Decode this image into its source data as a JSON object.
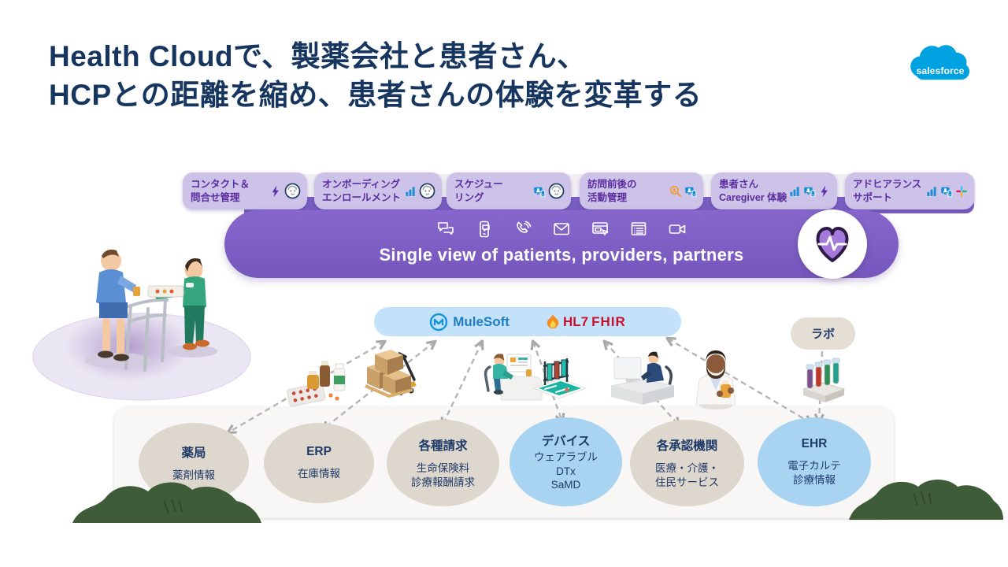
{
  "title": {
    "line1": "Health Cloudで、製薬会社と患者さん、",
    "line2": "HCPとの距離を縮め、患者さんの体験を変革する"
  },
  "brand": {
    "logo_label": "salesforce"
  },
  "capability_chips": [
    {
      "label_line1": "コンタクト＆",
      "label_line2": "問合せ管理",
      "icons": [
        "lightning-icon",
        "einstein-icon"
      ]
    },
    {
      "label_line1": "オンボーディング",
      "label_line2": "エンロールメント",
      "icons": [
        "bar-chart-icon",
        "einstein-icon"
      ]
    },
    {
      "label_line1": "スケジュー",
      "label_line2": "リング",
      "icons": [
        "devices-icon",
        "einstein-icon"
      ]
    },
    {
      "label_line1": "訪問前後の",
      "label_line2": "活動管理",
      "icons": [
        "person-search-icon",
        "devices-icon"
      ]
    },
    {
      "label_line1": "患者さん",
      "label_line2": "Caregiver 体験",
      "icons": [
        "bar-chart-icon",
        "devices-icon",
        "lightning-icon"
      ]
    },
    {
      "label_line1": "アドヒアランス",
      "label_line2": "サポート",
      "icons": [
        "bar-chart-icon",
        "devices-icon",
        "slack-icon"
      ]
    }
  ],
  "single_view_bar": {
    "label": "Single view of patients, providers, partners",
    "channel_icons": [
      "chat-icon",
      "mobile-chat-icon",
      "phone-icon",
      "email-icon",
      "web-icon",
      "list-icon",
      "video-icon"
    ],
    "badge_icon": "heartbeat-heart-icon"
  },
  "integration_bar": {
    "mulesoft": "MuleSoft",
    "hl7": "HL7",
    "fhir": "FHIR"
  },
  "lab_pill": {
    "label": "ラボ"
  },
  "source_bubbles": [
    {
      "title": "薬局",
      "lines": [
        "薬剤情報"
      ],
      "style": "beige"
    },
    {
      "title": "ERP",
      "lines": [
        "在庫情報"
      ],
      "style": "beige"
    },
    {
      "title": "各種請求",
      "lines": [
        "生命保険料",
        "診療報酬請求"
      ],
      "style": "beige"
    },
    {
      "title": "デバイス",
      "lines": [
        "ウェアラブル",
        "DTx",
        "SaMD"
      ],
      "style": "blue"
    },
    {
      "title": "各承認機関",
      "lines": [
        "医療・介護・",
        "住民サービス"
      ],
      "style": "beige"
    },
    {
      "title": "EHR",
      "lines": [
        "電子カルテ",
        "診療情報"
      ],
      "style": "blue"
    }
  ],
  "colors": {
    "title_navy": "#16365f",
    "purple": "#7b5ec3",
    "chip_lavender": "#cdc3e9",
    "chip_text": "#5b2d9e",
    "beige": "#ded7cd",
    "light_blue": "#a8d4f2",
    "integration_blue": "#c3e2fa",
    "bubble_text": "#1e3a68",
    "mulesoft_blue": "#1295d8",
    "hl7_red": "#c8102e",
    "salesforce_blue": "#00a1e0",
    "bush_green": "#3e5c37"
  }
}
